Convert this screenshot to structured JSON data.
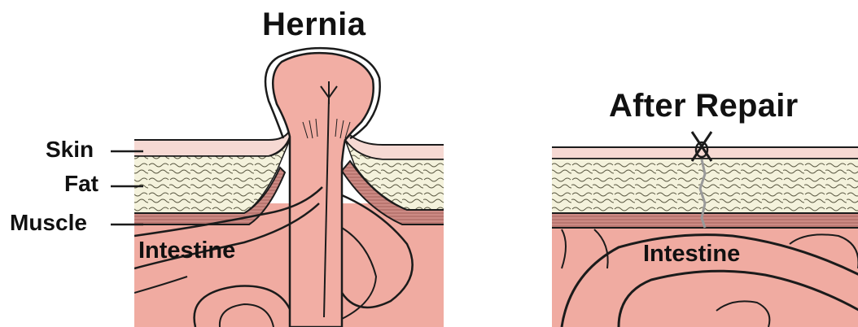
{
  "titles": {
    "left": "Hernia",
    "right": "After Repair"
  },
  "labels": {
    "skin": "Skin",
    "fat": "Fat",
    "muscle": "Muscle",
    "intestine_left": "Intestine",
    "intestine_right": "Intestine"
  },
  "colors": {
    "skin": "#f6d9d3",
    "fat": "#f4f2dc",
    "muscle": "#c97f7a",
    "intestine": "#f2aea4",
    "intestine_dark": "#e89a90",
    "outline": "#1b1b1b",
    "suture": "#9a9a9a"
  }
}
